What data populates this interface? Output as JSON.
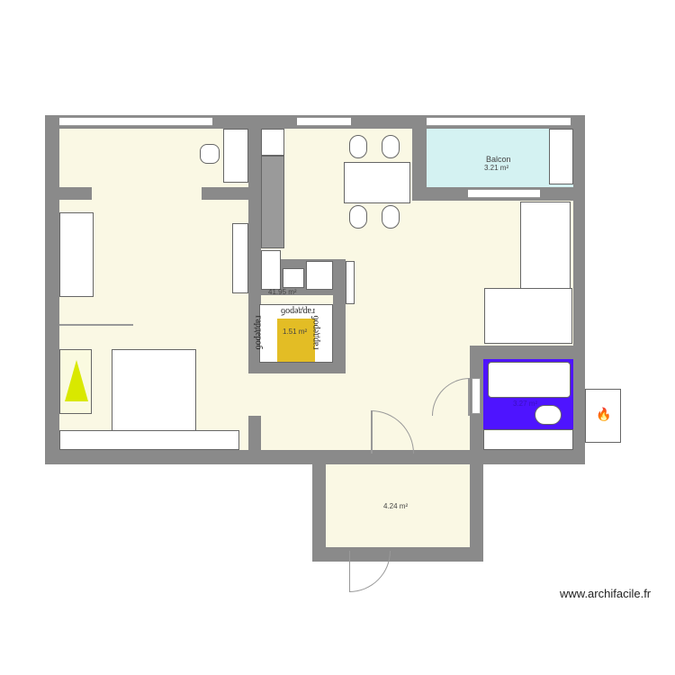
{
  "rooms": {
    "living_area": "41.95 m²",
    "closet": "1.51 m²",
    "balcony_name": "Balcon",
    "balcony_area": "3.21 m²",
    "bathroom_area": "3.27 m²",
    "entrance_area": "4.24 m²"
  },
  "wardrobe_labels": [
    "гардероб",
    "гардероб",
    "гардероб"
  ],
  "watermark": "www.archifacile.fr",
  "colors": {
    "wall": "#8a8a8a",
    "floor": "#faf8e4",
    "balcony": "#d4f2f2",
    "closet": "#e3bd25",
    "bathroom": "#4e14ff"
  }
}
